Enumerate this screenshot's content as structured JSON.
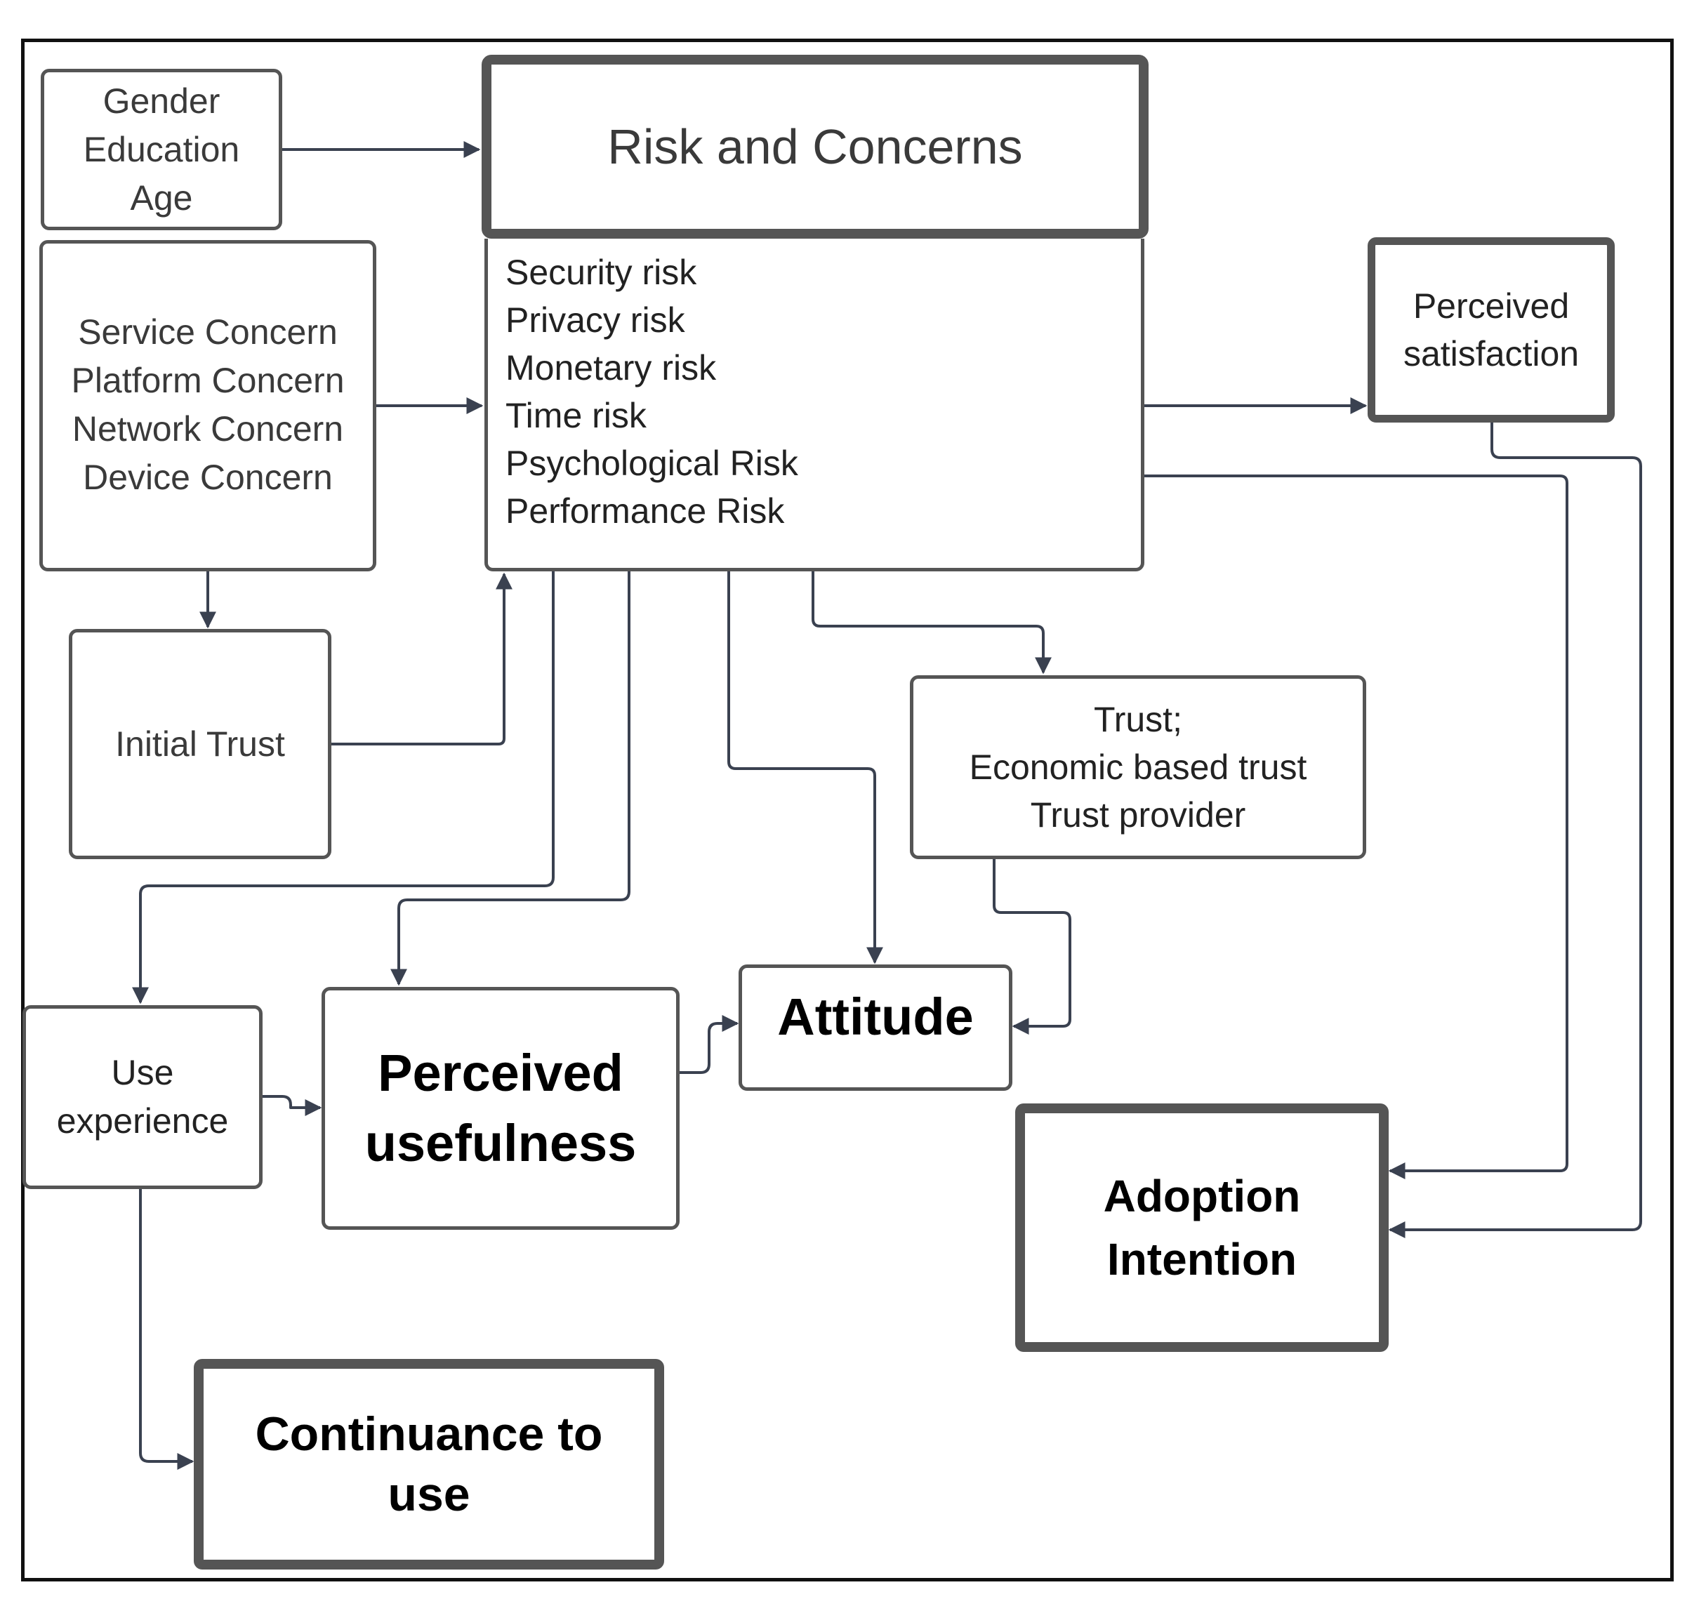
{
  "demographics": {
    "lines": [
      "Gender",
      "Education",
      "Age"
    ]
  },
  "risk_header": {
    "title": "Risk and Concerns"
  },
  "risk_list": {
    "lines": [
      "Security risk",
      "Privacy risk",
      "Monetary risk",
      "Time risk",
      "Psychological Risk",
      "Performance Risk"
    ]
  },
  "concerns": {
    "lines": [
      "Service Concern",
      "Platform Concern",
      "Network Concern",
      "Device Concern"
    ]
  },
  "initial_trust": {
    "label": "Initial Trust"
  },
  "perceived_satisfaction": {
    "lines": [
      "Perceived",
      "satisfaction"
    ]
  },
  "trust": {
    "lines": [
      "Trust;",
      "Economic based trust",
      "Trust provider"
    ]
  },
  "use_experience": {
    "lines": [
      "Use",
      "experience"
    ]
  },
  "perceived_usefulness": {
    "lines": [
      "Perceived",
      "usefulness"
    ]
  },
  "attitude": {
    "label": "Attitude"
  },
  "adoption_intention": {
    "lines": [
      "Adoption",
      "Intention"
    ]
  },
  "continuance": {
    "lines": [
      "Continuance to",
      "use"
    ]
  },
  "colors": {
    "stroke": "#3a4150",
    "border": "#555555",
    "frame": "#111111"
  }
}
